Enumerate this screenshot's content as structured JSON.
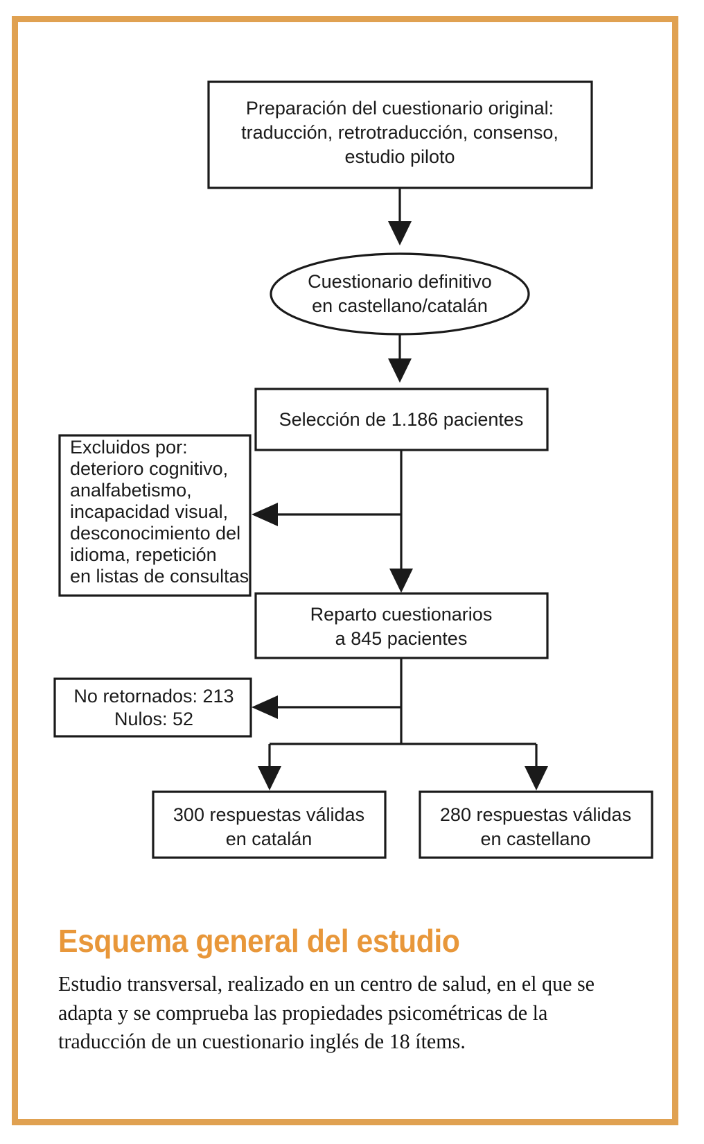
{
  "figure": {
    "border_color": "#E0A151",
    "heading": "Esquema general del estudio",
    "heading_color": "#E8973A",
    "description": "Estudio transversal, realizado en un centro de salud, en el que se adapta y se comprueba las propiedades psicométricas de la traducción de un cuestionario inglés de 18 ítems."
  },
  "chart_data": {
    "type": "diagram",
    "title": "Esquema general del estudio",
    "diagram_kind": "flowchart",
    "nodes": [
      {
        "id": "prep",
        "shape": "rectangle",
        "lines": [
          "Preparación del cuestionario original:",
          "traducción, retrotraducción, consenso,",
          "estudio piloto"
        ]
      },
      {
        "id": "definitivo",
        "shape": "ellipse",
        "lines": [
          "Cuestionario definitivo",
          "en castellano/catalán"
        ]
      },
      {
        "id": "seleccion",
        "shape": "rectangle",
        "lines": [
          "Selección de 1.186 pacientes"
        ],
        "value": 1186
      },
      {
        "id": "excluidos",
        "shape": "rectangle",
        "align": "left",
        "lines": [
          "Excluidos por:",
          "deterioro cognitivo,",
          "analfabetismo,",
          "incapacidad visual,",
          "desconocimiento del",
          "idioma, repetición",
          "en listas de consultas"
        ]
      },
      {
        "id": "reparto",
        "shape": "rectangle",
        "lines": [
          "Reparto cuestionarios",
          "a 845 pacientes"
        ],
        "value": 845
      },
      {
        "id": "noretornados",
        "shape": "rectangle",
        "lines": [
          "No retornados: 213",
          "Nulos: 52"
        ],
        "values": {
          "no_retornados": 213,
          "nulos": 52
        }
      },
      {
        "id": "catalan",
        "shape": "rectangle",
        "lines": [
          "300 respuestas válidas",
          "en catalán"
        ],
        "value": 300
      },
      {
        "id": "castellano",
        "shape": "rectangle",
        "lines": [
          "280 respuestas válidas",
          "en castellano"
        ],
        "value": 280
      }
    ],
    "edges": [
      {
        "from": "prep",
        "to": "definitivo",
        "style": "arrow-down"
      },
      {
        "from": "definitivo",
        "to": "seleccion",
        "style": "arrow-down"
      },
      {
        "from": "seleccion",
        "to": "excluidos",
        "style": "arrow-left"
      },
      {
        "from": "seleccion",
        "to": "reparto",
        "style": "arrow-down"
      },
      {
        "from": "reparto",
        "to": "noretornados",
        "style": "arrow-left"
      },
      {
        "from": "reparto",
        "to": "catalan",
        "style": "arrow-down"
      },
      {
        "from": "reparto",
        "to": "castellano",
        "style": "arrow-down"
      }
    ]
  }
}
